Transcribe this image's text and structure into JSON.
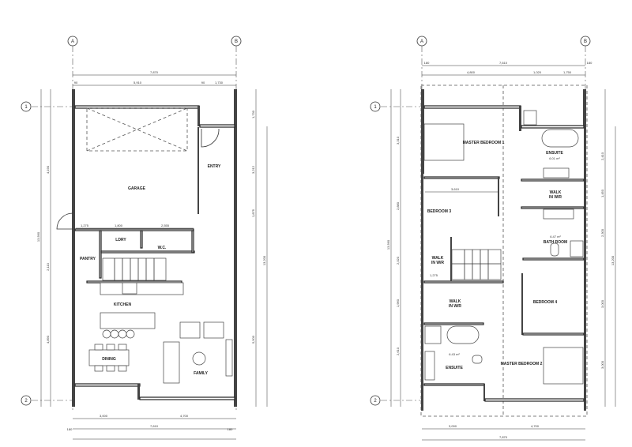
{
  "grid": {
    "a": "A",
    "b": "B",
    "one": "1",
    "two": "2"
  },
  "ground_floor": {
    "rooms": {
      "garage": "GARAGE",
      "entry": "ENTRY",
      "laundry": "LDRY",
      "wc": "W.C.",
      "pantry": "PANTRY",
      "kitchen": "KITCHEN",
      "dining": "DINING",
      "family": "FAMILY"
    },
    "dims": {
      "overall_top": "7,870",
      "garage_w": "5,910",
      "wall1": "90",
      "entry_w": "1,730",
      "wall2": "90",
      "d1": "1,275",
      "d2": "1,800",
      "d3": "2,555",
      "bot_left": "3,000",
      "bot_right": "4,700",
      "bot_inner": "7,610",
      "bot_edge": "180",
      "left_depth": "4,190",
      "left_mid": "2,110",
      "left_low": "4,890",
      "overall_depth": "13,560",
      "right_top": "1,730",
      "right_entry": "3,212",
      "right_mid": "1,875",
      "right_low": "5,500",
      "right_total": "13,200"
    }
  },
  "first_floor": {
    "rooms": {
      "master_bedroom_1": "MASTER BEDROOM 1",
      "ensuite_1": "ENSUITE",
      "ensuite_1_area": "6.01 m²",
      "walk_in_1": "WALK",
      "walk_in_1b": "IN W/R",
      "bedroom_3": "BEDROOM 3",
      "bathroom": "BATH ROOM",
      "bathroom_area": "6.47 m²",
      "walk_in_2": "WALK",
      "walk_in_2b": "IN W/R",
      "bedroom_4": "BEDROOM 4",
      "walk_in_3": "WALK",
      "walk_in_3b": "IN W/R",
      "ensuite_2": "ENSUITE",
      "ensuite_2_area": "6.43 m²",
      "master_bedroom_2": "MASTER BEDROOM 2"
    },
    "dims": {
      "overall_top": "7,610",
      "edge": "180",
      "left_w": "4,800",
      "mid_w": "1,020",
      "right_w": "1,750",
      "bed3_w": "3,610",
      "stair_w": "1,275",
      "bot_left": "3,000",
      "bot_right": "4,700",
      "bot_total": "7,870",
      "left_depth": "13,560",
      "right_depth": "13,200",
      "r1": "2,410",
      "r2": "1,450",
      "r3": "2,300",
      "r4": "3,000",
      "r5": "3,000",
      "l1": "3,310",
      "l2": "2,880",
      "l3": "2,020",
      "l4": "1,960",
      "l5": "2,610"
    }
  }
}
